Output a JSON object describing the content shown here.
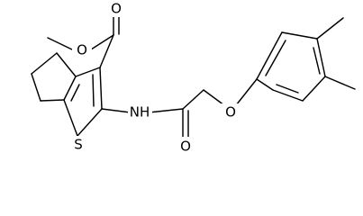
{
  "molecule": {
    "atoms": {
      "ester_o_methyl": "O",
      "ester_o_carbonyl": "O",
      "thiophene_s": "S",
      "amide_n": "NH",
      "amide_o": "O",
      "ether_o": "O"
    }
  }
}
